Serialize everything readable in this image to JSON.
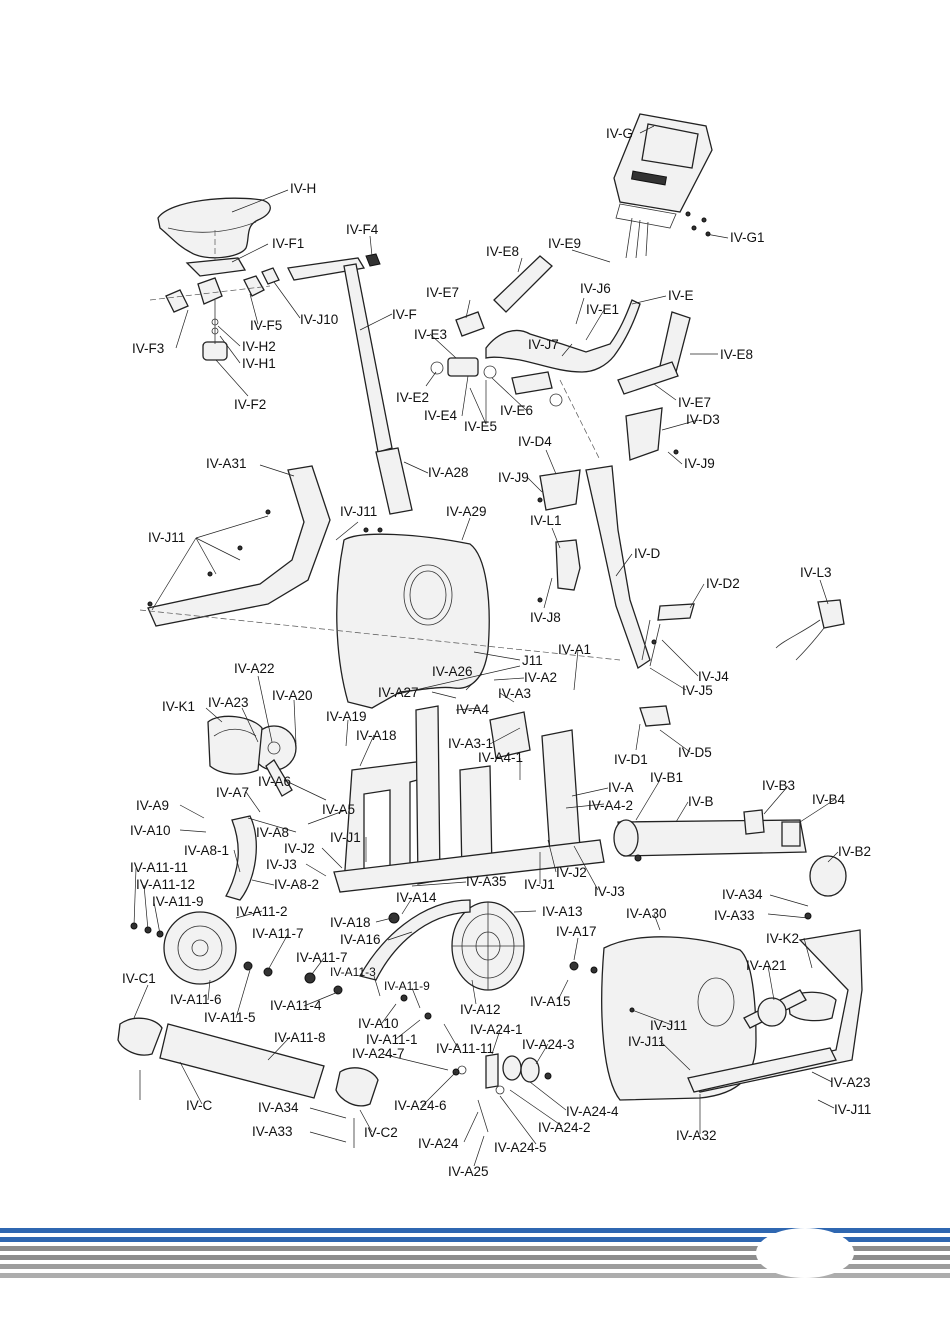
{
  "labels": {
    "H": "IV-H",
    "F1": "IV-F1",
    "F4": "IV-F4",
    "F3": "IV-F3",
    "F5": "IV-F5",
    "J10": "IV-J10",
    "F": "IV-F",
    "H2": "IV-H2",
    "H1": "IV-H1",
    "F2": "IV-F2",
    "G": "IV-G",
    "G1": "IV-G1",
    "E8a": "IV-E8",
    "E9": "IV-E9",
    "E7a": "IV-E7",
    "J6": "IV-J6",
    "E": "IV-E",
    "E1": "IV-E1",
    "E3": "IV-E3",
    "J7": "IV-J7",
    "E8b": "IV-E8",
    "E2": "IV-E2",
    "E4": "IV-E4",
    "E6": "IV-E6",
    "E5": "IV-E5",
    "E7b": "IV-E7",
    "D3": "IV-D3",
    "D4": "IV-D4",
    "J9a": "IV-J9",
    "J9b": "IV-J9",
    "A31": "IV-A31",
    "A28": "IV-A28",
    "J11a": "IV-J11",
    "J11b": "IV-J11",
    "A29": "IV-A29",
    "L1": "IV-L1",
    "D": "IV-D",
    "D2": "IV-D2",
    "L3": "IV-L3",
    "J8": "IV-J8",
    "J11c": "J11",
    "A1": "IV-A1",
    "A26": "IV-A26",
    "A2": "IV-A2",
    "J4": "IV-J4",
    "J5": "IV-J5",
    "A22": "IV-A22",
    "A27": "IV-A27",
    "A3": "IV-A3",
    "A4": "IV-A4",
    "A23a": "IV-A23",
    "K1": "IV-K1",
    "A20": "IV-A20",
    "A19": "IV-A19",
    "A3-1": "IV-A3-1",
    "D1": "IV-D1",
    "D5": "IV-D5",
    "A18a": "IV-A18",
    "A4-1": "IV-A4-1",
    "A6": "IV-A6",
    "A": "IV-A",
    "B1": "IV-B1",
    "A7": "IV-A7",
    "A4-2": "IV-A4-2",
    "B": "IV-B",
    "B3": "IV-B3",
    "B4": "IV-B4",
    "A9": "IV-A9",
    "A5": "IV-A5",
    "A10a": "IV-A10",
    "A8": "IV-A8",
    "J1a": "IV-J1",
    "A8-1": "IV-A8-1",
    "J2a": "IV-J2",
    "A11-11a": "IV-A11-11",
    "J3a": "IV-J3",
    "B2": "IV-B2",
    "J2b": "IV-J2",
    "A11-12": "IV-A11-12",
    "A8-2": "IV-A8-2",
    "A35": "IV-A35",
    "J1b": "IV-J1",
    "J3b": "IV-J3",
    "A14": "IV-A14",
    "A34a": "IV-A34",
    "A11-9a": "IV-A11-9",
    "A11-2": "IV-A11-2",
    "A13": "IV-A13",
    "A30": "IV-A30",
    "A33a": "IV-A33",
    "A18b": "IV-A18",
    "A17": "IV-A17",
    "A11-7a": "IV-A11-7",
    "A16": "IV-A16",
    "K2": "IV-K2",
    "A11-7b": "IV-A11-7",
    "A21": "IV-A21",
    "A11-3": "IV-A11-3",
    "C1": "IV-C1",
    "A11-9b": "IV-A11-9",
    "A11-6": "IV-A11-6",
    "A11-4": "IV-A11-4",
    "A12": "IV-A12",
    "A15": "IV-A15",
    "A11-5": "IV-A11-5",
    "J11d": "IV-J11",
    "A10b": "IV-A10",
    "A11-8": "IV-A11-8",
    "A24-1": "IV-A24-1",
    "A11-1": "IV-A11-1",
    "J11e": "IV-J11",
    "A11-11b": "IV-A11-11",
    "A24-3": "IV-A24-3",
    "A24-7": "IV-A24-7",
    "A23b": "IV-A23",
    "C": "IV-C",
    "A34b": "IV-A34",
    "A24-6": "IV-A24-6",
    "A24-4": "IV-A24-4",
    "J11f": "IV-J11",
    "C2": "IV-C2",
    "A24-2": "IV-A24-2",
    "A33b": "IV-A33",
    "A32": "IV-A32",
    "A24": "IV-A24",
    "A24-5": "IV-A24-5",
    "A25": "IV-A25"
  },
  "colors": {
    "stripe_blue": "#2f67b1",
    "stripe_gray": "#8d8d8d",
    "line": "#222222"
  }
}
